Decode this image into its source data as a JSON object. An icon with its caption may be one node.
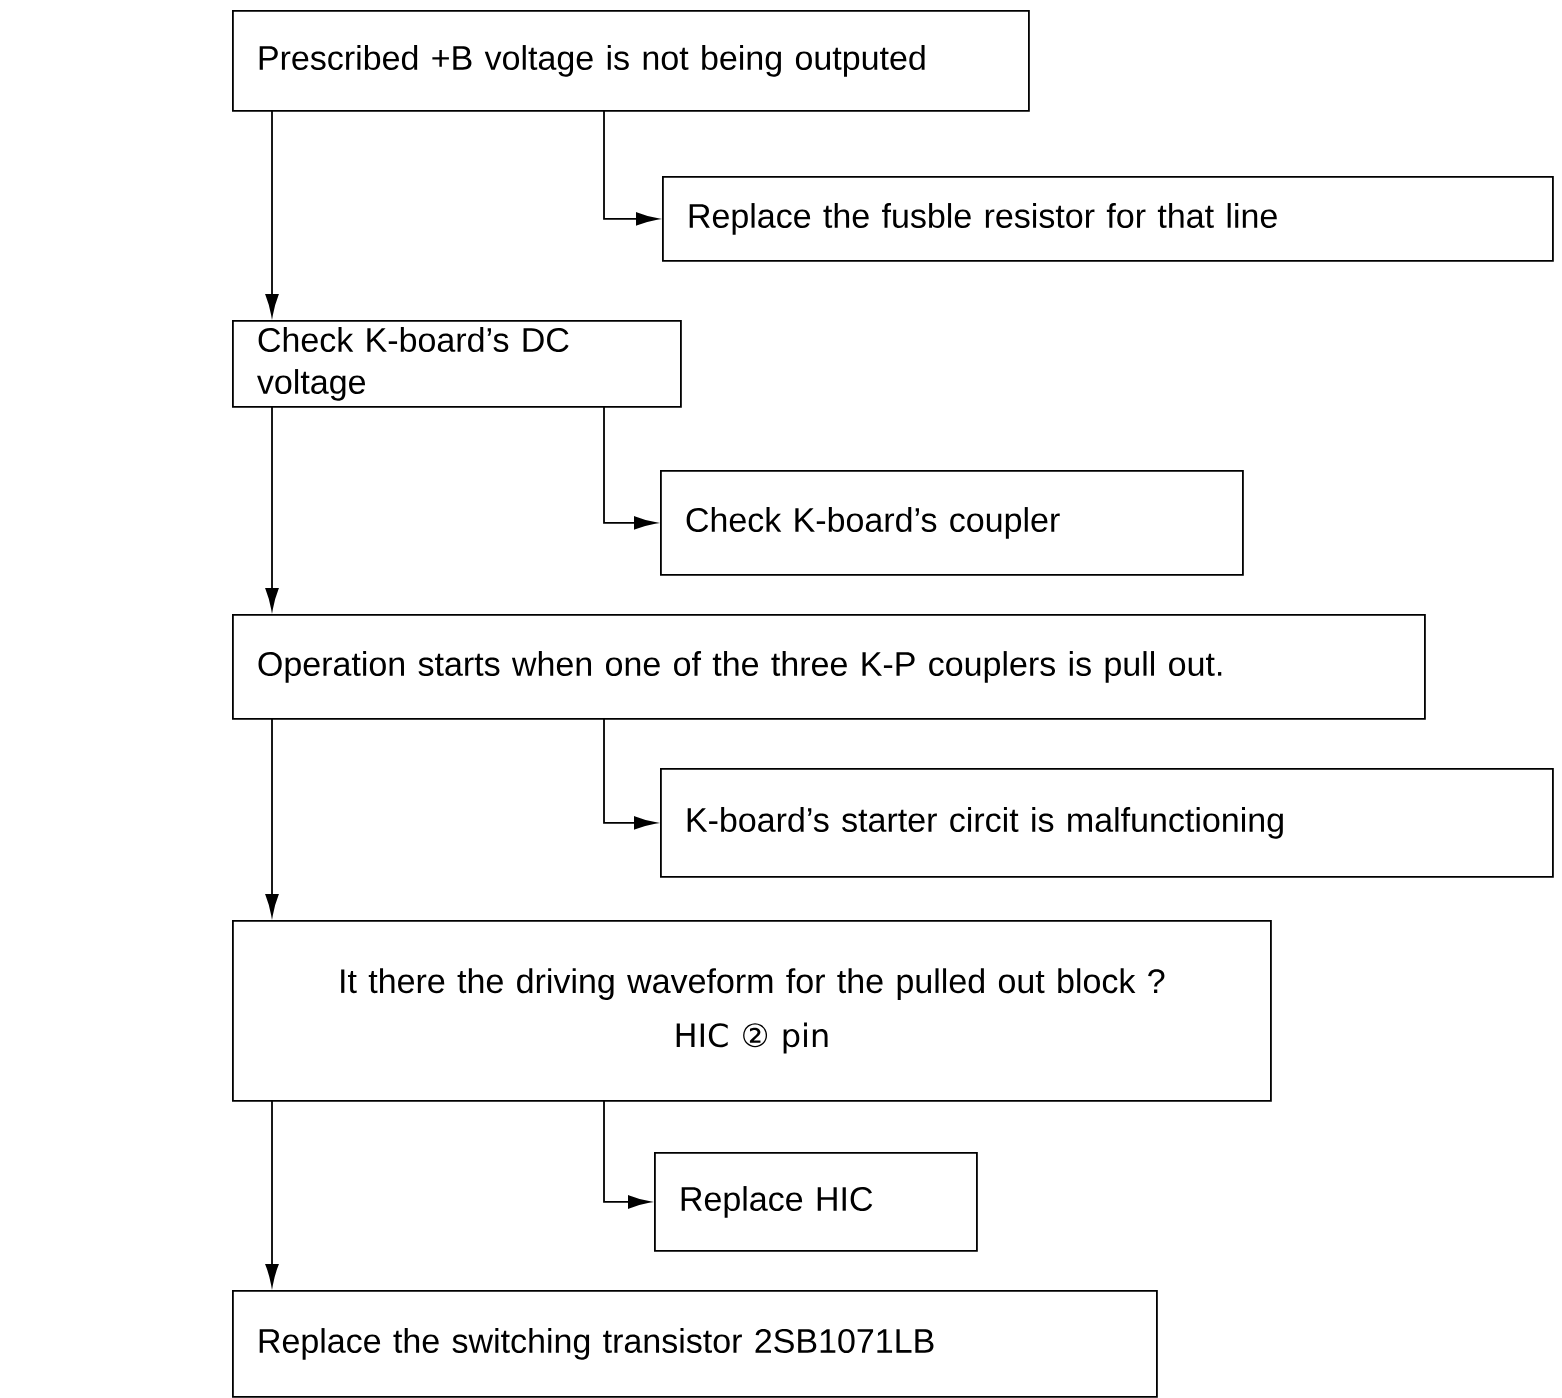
{
  "diagram": {
    "nodes": [
      {
        "text": [
          "Prescribed +B voltage is not being outputed"
        ]
      },
      {
        "text": [
          "Replace the fusble resistor for that line"
        ]
      },
      {
        "text": [
          "Check K-board’s DC voltage"
        ]
      },
      {
        "text": [
          "Check K-board’s coupler"
        ]
      },
      {
        "text": [
          "Operation starts when one of the three K-P couplers is pull out."
        ]
      },
      {
        "text": [
          "K-board’s starter circit is malfunctioning"
        ]
      },
      {
        "text": [
          "It there the driving waveform for the pulled out block ?",
          "HIC ② pin"
        ]
      },
      {
        "text": [
          "Replace HIC"
        ]
      },
      {
        "text": [
          "Replace the switching transistor 2SB1071LB"
        ]
      }
    ],
    "edges": [
      {
        "from": 0,
        "to": 2,
        "arrow": "to"
      },
      {
        "from": 0,
        "to": 1,
        "arrow": "to"
      },
      {
        "from": 2,
        "to": 4,
        "arrow": "to"
      },
      {
        "from": 2,
        "to": 3,
        "arrow": "to"
      },
      {
        "from": 4,
        "to": 6,
        "arrow": "to"
      },
      {
        "from": 4,
        "to": 5,
        "arrow": "to"
      },
      {
        "from": 6,
        "to": 8,
        "arrow": "to"
      },
      {
        "from": 6,
        "to": 7,
        "arrow": "to"
      }
    ]
  }
}
